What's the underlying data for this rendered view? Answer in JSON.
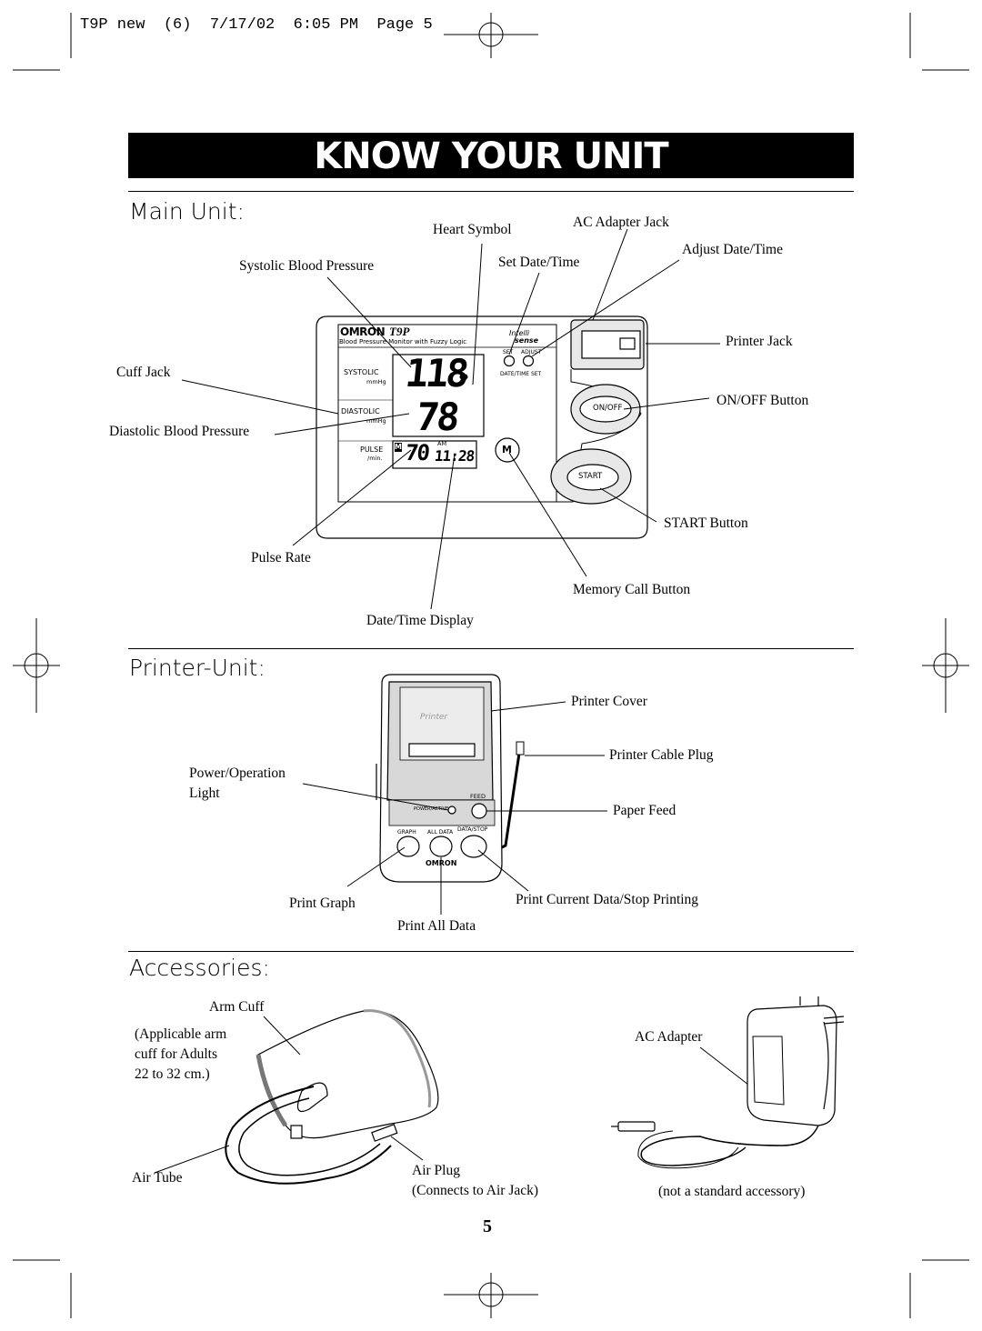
{
  "header": {
    "print_line": "T9P new  (6)  7/17/02  6:05 PM  Page 5"
  },
  "banner": {
    "title": "KNOW YOUR UNIT"
  },
  "main_unit": {
    "title": "Main Unit:",
    "labels": {
      "heart_symbol": "Heart Symbol",
      "ac_adapter_jack": "AC Adapter Jack",
      "adjust_date_time": "Adjust Date/Time",
      "systolic_bp": "Systolic Blood Pressure",
      "set_date_time": "Set Date/Time",
      "printer_jack": "Printer Jack",
      "cuff_jack": "Cuff Jack",
      "on_off_button": "ON/OFF Button",
      "diastolic_bp": "Diastolic Blood Pressure",
      "start_button": "START Button",
      "pulse_rate": "Pulse Rate",
      "memory_call_button": "Memory Call Button",
      "date_time_display": "Date/Time Display"
    },
    "device": {
      "brand": "OMRON",
      "model": "T9P",
      "subtitle": "Blood Pressure Monitor with Fuzzy Logic",
      "intelli": "Intelli",
      "sense": "sense",
      "systolic": "SYSTOLIC",
      "diastolic": "DIASTOLIC",
      "mmhg": "mmHg",
      "pulse": "PULSE",
      "per_min": "/min.",
      "set": "SET",
      "adjust": "ADJUST",
      "date_time_set": "DATE/TIME SET",
      "sys_value": "118",
      "dia_value": "78",
      "pulse_value": "70",
      "am": "AM",
      "time_value": "11:28",
      "mem_mark": "M",
      "m_button": "M",
      "on_off": "ON/OFF",
      "start": "START"
    }
  },
  "printer_unit": {
    "title": "Printer-Unit:",
    "labels": {
      "printer_cover": "Printer Cover",
      "printer_cable_plug": "Printer Cable Plug",
      "power_operation": "Power/Operation",
      "light": "Light",
      "paper_feed": "Paper Feed",
      "print_graph": "Print Graph",
      "print_current": "Print Current Data/Stop Printing",
      "print_all_data": "Print All Data"
    },
    "device": {
      "printer_logo": "Printer",
      "feed": "FEED",
      "power_active": "POWER/ACTIVE",
      "graph": "GRAPH",
      "all_data": "ALL DATA",
      "data_stop": "DATA/STOP",
      "brand": "OMRON"
    }
  },
  "accessories": {
    "title": "Accessories:",
    "labels": {
      "arm_cuff": "Arm Cuff",
      "applicable_1": "(Applicable arm",
      "applicable_2": "cuff for Adults",
      "applicable_3": "22 to 32 cm.)",
      "ac_adapter": "AC Adapter",
      "air_tube": "Air Tube",
      "air_plug": "Air Plug",
      "connects": "(Connects to Air Jack)",
      "not_standard": "(not a standard accessory)"
    }
  },
  "page_number": "5"
}
